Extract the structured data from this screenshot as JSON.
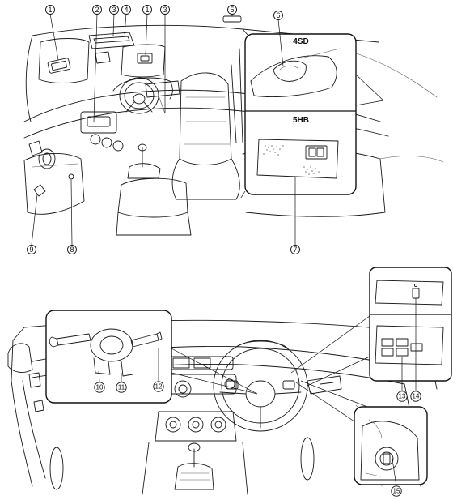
{
  "variants": {
    "sedan": "4SD",
    "hatchback": "5HB"
  },
  "callouts": [
    "1",
    "2",
    "3",
    "4",
    "1",
    "3",
    "5",
    "6",
    "7",
    "8",
    "9",
    "10",
    "11",
    "12",
    "13",
    "14",
    "15"
  ]
}
